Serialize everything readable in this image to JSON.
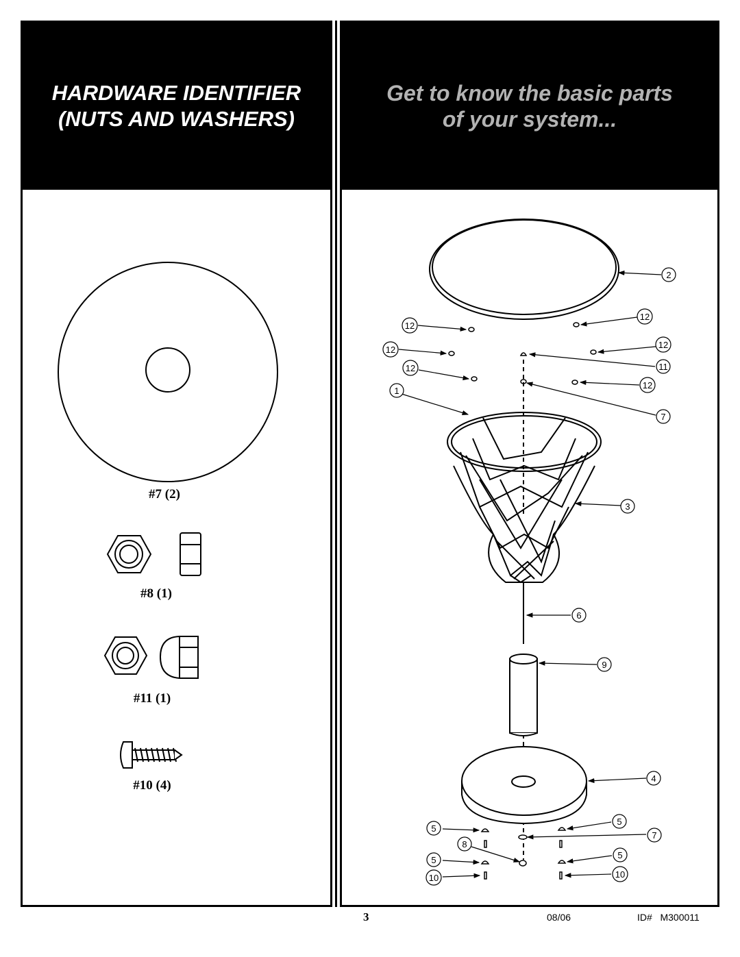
{
  "left_header": {
    "line1": "HARDWARE IDENTIFIER",
    "line2": "(NUTS AND WASHERS)"
  },
  "right_header": {
    "line1": "Get to know the basic parts",
    "line2": "of your system..."
  },
  "hardware": [
    {
      "label": "#7 (2)",
      "icon": "washer-icon"
    },
    {
      "label": "#8 (1)",
      "icon": "hex-nut-icon"
    },
    {
      "label": "#11 (1)",
      "icon": "cap-nut-icon"
    },
    {
      "label": "#10 (4)",
      "icon": "screw-icon"
    }
  ],
  "callouts": {
    "c2": "2",
    "c12a": "12",
    "c12b": "12",
    "c12c": "12",
    "c12d": "12",
    "c12e": "12",
    "c12f": "12",
    "c11": "11",
    "c1": "1",
    "c7a": "7",
    "c3": "3",
    "c6": "6",
    "c9": "9",
    "c4": "4",
    "c5a": "5",
    "c5b": "5",
    "c5c": "5",
    "c5d": "5",
    "c7b": "7",
    "c8": "8",
    "c10a": "10",
    "c10b": "10"
  },
  "footer": {
    "page": "3",
    "date": "08/06",
    "id": "ID#   M300011"
  }
}
